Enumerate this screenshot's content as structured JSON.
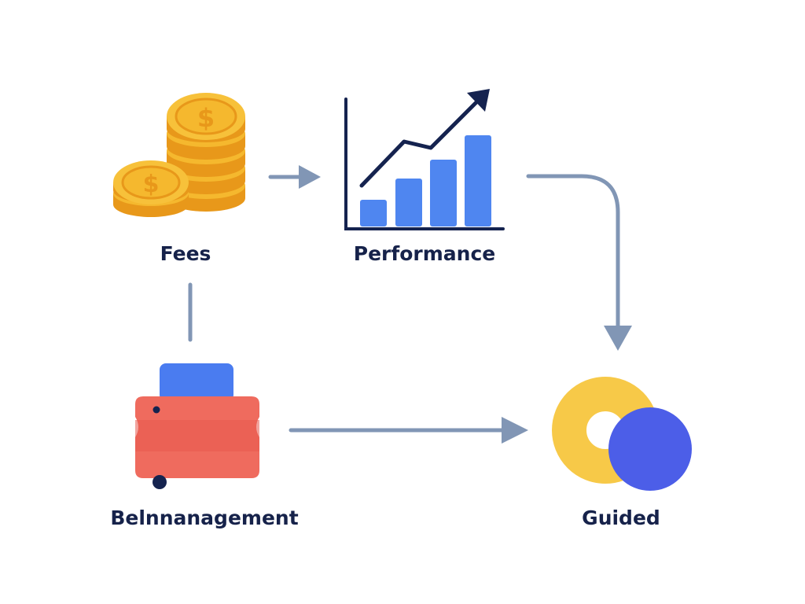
{
  "nodes": {
    "fees": {
      "label": "Fees",
      "icon": "coin-stack-icon"
    },
    "performance": {
      "label": "Performance",
      "icon": "growth-chart-icon"
    },
    "management": {
      "label": "Belnnanagement",
      "icon": "briefcase-icon"
    },
    "guided": {
      "label": "Guided",
      "icon": "overlapping-circles-icon"
    }
  },
  "connections": [
    {
      "from": "fees",
      "to": "performance",
      "style": "arrow"
    },
    {
      "from": "performance",
      "to": "guided",
      "style": "elbow-arrow"
    },
    {
      "from": "fees",
      "to": "management",
      "style": "line"
    },
    {
      "from": "management",
      "to": "guided",
      "style": "arrow"
    }
  ],
  "colors": {
    "label_text": "#16224a",
    "connector": "#8196b5",
    "coin_gold": "#f5b82e",
    "coin_dark": "#e8981a",
    "bar_blue": "#4f86f0",
    "trend_navy": "#15234f",
    "briefcase_red": "#ef6b5e",
    "briefcase_blue": "#4a7cf0",
    "ring_yellow": "#f7c948",
    "circle_indigo": "#4c5ee8"
  }
}
